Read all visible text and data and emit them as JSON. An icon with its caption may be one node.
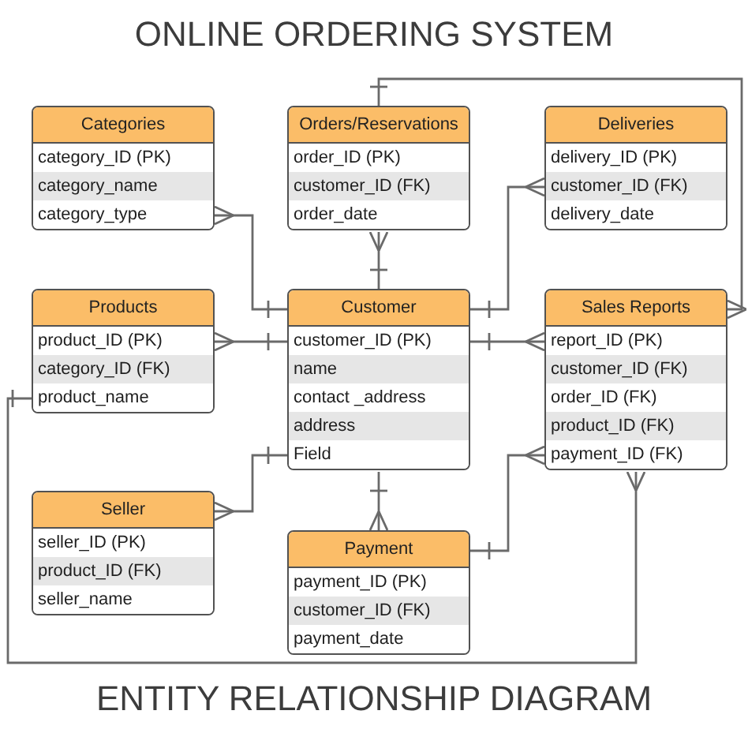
{
  "diagram": {
    "title": "ONLINE ORDERING SYSTEM",
    "caption": "ENTITY RELATIONSHIP DIAGRAM",
    "nodes": [
      {
        "text": [
          "Categories",
          "category_ID (PK)",
          "category_name",
          "category_type"
        ]
      },
      {
        "text": [
          "Orders/Reservations",
          "order_ID (PK)",
          "customer_ID (FK)",
          "order_date"
        ]
      },
      {
        "text": [
          "Deliveries",
          "delivery_ID (PK)",
          "customer_ID (FK)",
          "delivery_date"
        ]
      },
      {
        "text": [
          "Products",
          "product_ID (PK)",
          "category_ID (FK)",
          "product_name"
        ]
      },
      {
        "text": [
          "Customer",
          "customer_ID (PK)",
          "name",
          "contact _address",
          "address",
          "Field"
        ]
      },
      {
        "text": [
          "Sales Reports",
          "report_ID (PK)",
          "customer_ID (FK)",
          "order_ID (FK)",
          "product_ID (FK)",
          "payment_ID (FK)"
        ]
      },
      {
        "text": [
          "Seller",
          "seller_ID (PK)",
          "product_ID (FK)",
          "seller_name"
        ]
      },
      {
        "text": [
          "Payment",
          "payment_ID (PK)",
          "customer_ID (FK)",
          "payment_date"
        ]
      }
    ],
    "edges": [
      {
        "from": 0,
        "to": 4,
        "arrow": "other"
      },
      {
        "from": 1,
        "to": 4,
        "arrow": "other"
      },
      {
        "from": 5,
        "to": 1,
        "arrow": "other"
      },
      {
        "from": 2,
        "to": 4,
        "arrow": "other"
      },
      {
        "from": 5,
        "to": 4,
        "arrow": "other"
      },
      {
        "from": 3,
        "to": 4,
        "arrow": "other"
      },
      {
        "from": 5,
        "to": 3,
        "arrow": "other"
      },
      {
        "from": 6,
        "to": 4,
        "arrow": "other"
      },
      {
        "from": 7,
        "to": 4,
        "arrow": "other"
      },
      {
        "from": 5,
        "to": 7,
        "arrow": "other"
      }
    ]
  }
}
